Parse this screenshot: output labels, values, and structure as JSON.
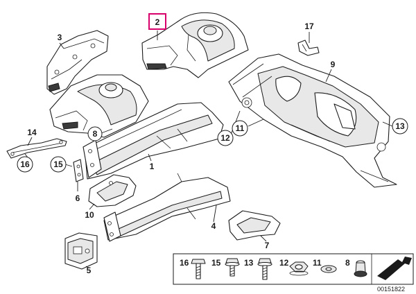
{
  "callouts": [
    {
      "id": "p2",
      "label": "2",
      "highlighted": true
    },
    {
      "id": "p3",
      "label": "3"
    },
    {
      "id": "p17",
      "label": "17"
    },
    {
      "id": "p9",
      "label": "9"
    },
    {
      "id": "p8",
      "label": "8",
      "circled": true
    },
    {
      "id": "p14",
      "label": "14"
    },
    {
      "id": "p16",
      "label": "16",
      "circled": true
    },
    {
      "id": "p15",
      "label": "15",
      "circled": true
    },
    {
      "id": "p1",
      "label": "1"
    },
    {
      "id": "p11",
      "label": "11",
      "circled": true
    },
    {
      "id": "p12",
      "label": "12",
      "circled": true
    },
    {
      "id": "p13",
      "label": "13",
      "circled": true
    },
    {
      "id": "p6",
      "label": "6"
    },
    {
      "id": "p10",
      "label": "10"
    },
    {
      "id": "p4",
      "label": "4"
    },
    {
      "id": "p7",
      "label": "7"
    },
    {
      "id": "p5",
      "label": "5"
    }
  ],
  "legend": [
    {
      "label": "16",
      "icon": "hex-bolt-icon"
    },
    {
      "label": "15",
      "icon": "flange-bolt-icon"
    },
    {
      "label": "13",
      "icon": "stud-bolt-icon"
    },
    {
      "label": "12",
      "icon": "hex-nut-icon"
    },
    {
      "label": "11",
      "icon": "washer-icon"
    },
    {
      "label": "8",
      "icon": "rubber-grommet-icon"
    }
  ],
  "ref_number": "00151822",
  "colors": {
    "highlight": "#d8006b",
    "line": "#1a1a1a"
  }
}
